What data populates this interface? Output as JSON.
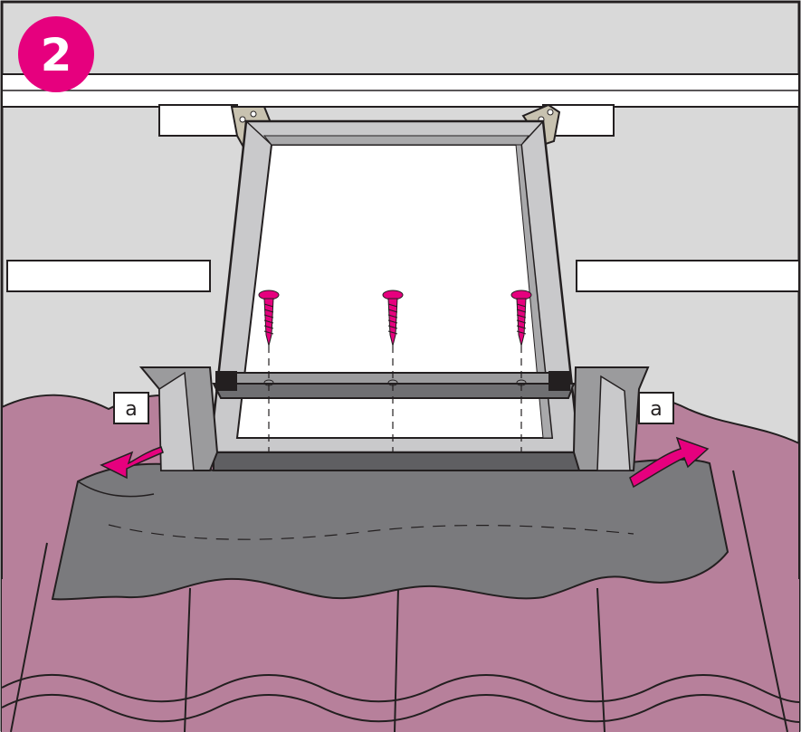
{
  "step": {
    "number": "2"
  },
  "callouts": {
    "left_label": "a",
    "right_label": "a"
  },
  "screws": {
    "count": 3
  },
  "colors": {
    "accent_magenta": "#e6007e",
    "roof_tile": "#b7809b",
    "flashing": "#7a7a7d",
    "frame": "#c9c9cb",
    "background": "#d9d9d9",
    "outline": "#231f20"
  }
}
